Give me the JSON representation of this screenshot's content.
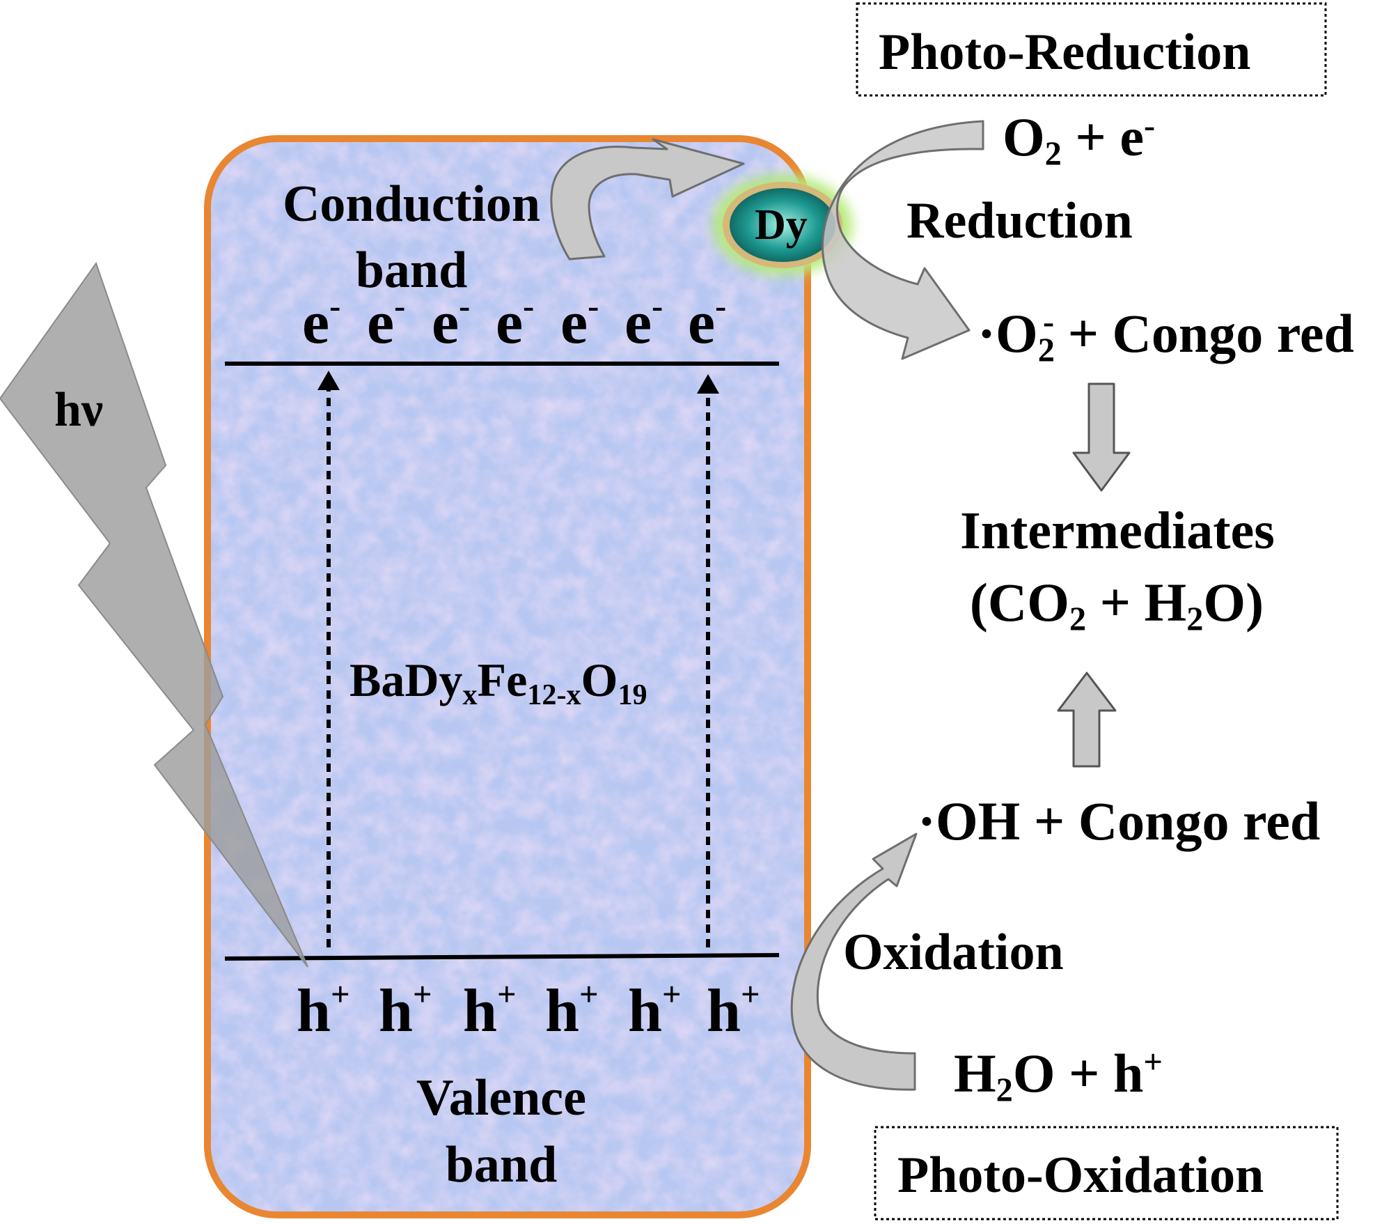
{
  "labels": {
    "photo_reduction": "Photo-Reduction",
    "photo_oxidation": "Photo-Oxidation",
    "conduction_band_line1": "Conduction",
    "conduction_band_line2": "band",
    "valence_band_line1": "Valence",
    "valence_band_line2": "band",
    "hv": "hν",
    "dy": "Dy",
    "reduction": "Reduction",
    "oxidation": "Oxidation",
    "intermediates": "Intermediates",
    "congo_red": "Congo red",
    "plus": "+",
    "radical_dot": "·",
    "electron_base": "e",
    "electron_charge": "-",
    "hole_base": "h",
    "hole_charge": "+",
    "paren_open": "(",
    "paren_close": ")"
  },
  "formula": {
    "catalyst": {
      "ba": "Ba",
      "dy": "Dy",
      "x": "x",
      "fe": "Fe",
      "fe_sub": "12-x",
      "o": "O",
      "o_sub": "19"
    },
    "o2": {
      "o": "O",
      "sub": "2"
    },
    "superoxide": {
      "o": "O",
      "sub": "2",
      "charge": "-"
    },
    "oh": "OH",
    "co2": {
      "co": "CO",
      "sub": "2"
    },
    "h2o": {
      "h": "H",
      "sub": "2",
      "o": "O"
    }
  },
  "carriers": {
    "electrons": [
      "e-",
      "e-",
      "e-",
      "e-",
      "e-",
      "e-",
      "e-"
    ],
    "holes": [
      "h+",
      "h+",
      "h+",
      "h+",
      "h+",
      "h+"
    ]
  },
  "colors": {
    "frame": "#e98632",
    "fill_blue": "#b7c7f1",
    "fill_pink": "#dcb7e4",
    "arrow_gray": "#c8c8c8",
    "bolt_gray": "#9e9e9e",
    "dy_teal": "#1d9a92",
    "dy_ring": "#d6b87a",
    "dy_glow": "#b6ea7c"
  }
}
